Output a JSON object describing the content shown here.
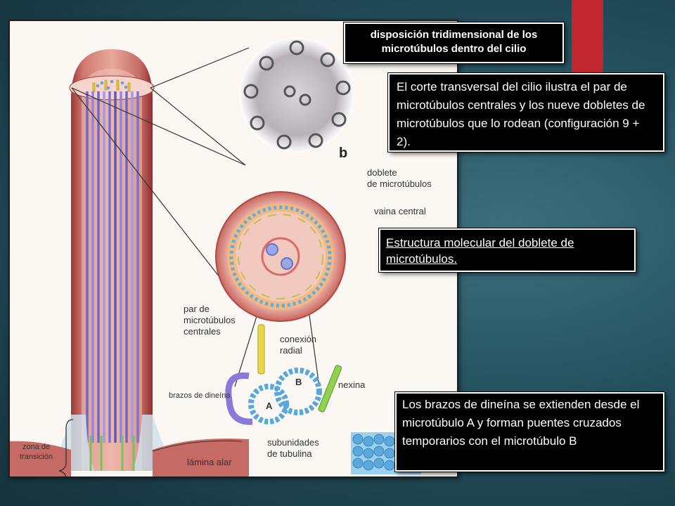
{
  "slide": {
    "accent_color": "#c0282d",
    "title_box": "disposición tridimensional de los microtúbulos dentro del cilio",
    "callout_cross_section": "El corte transversal del cilio ilustra el par de microtúbulos centrales y los nueve dobletes de microtúbulos que lo rodean (configuración 9 + 2).",
    "callout_doublet": "Estructura molecular del doblete de microtúbulos.",
    "callout_dynein": "Los brazos de dineína se extienden desde el microtúbulo A y forman puentes cruzados temporarios con el microtúbulo B"
  },
  "figure": {
    "panel_letter": "b",
    "labels": {
      "doublet_1": "doblete",
      "doublet_2": "de microtúbulos",
      "central_sheath": "vaina central",
      "central_pair_1": "par de",
      "central_pair_2": "microtúbulos",
      "central_pair_3": "centrales",
      "radial_1": "conexión",
      "radial_2": "radial",
      "dynein_arms": "brazos de dineína",
      "nexin": "nexina",
      "tubulin_1": "subunidades",
      "tubulin_2": "de tubulina",
      "transition_1": "zona de",
      "transition_2": "transición",
      "alar_sheet": "lámina alar",
      "tubule_a": "A",
      "tubule_b": "B"
    }
  }
}
